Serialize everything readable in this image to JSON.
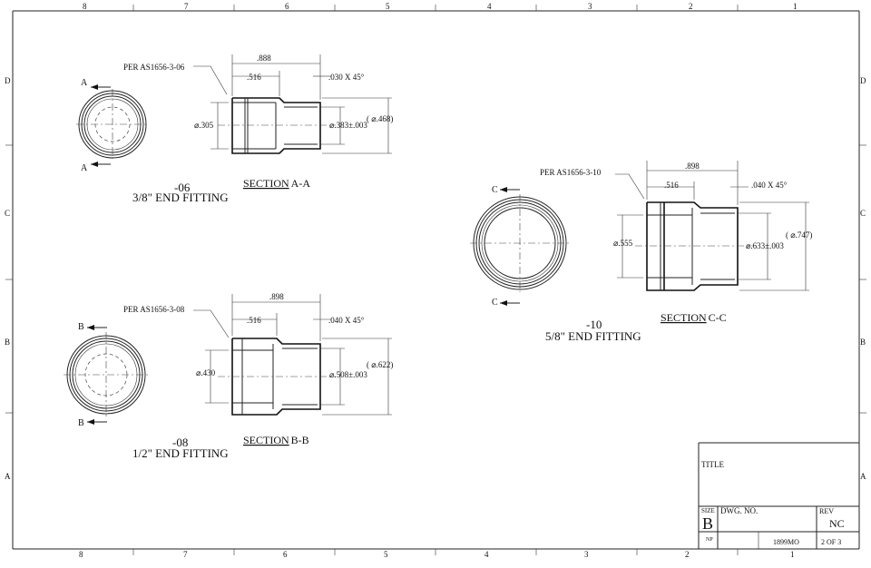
{
  "border": {
    "top_zones": [
      "8",
      "7",
      "6",
      "5",
      "4",
      "3",
      "2",
      "1"
    ],
    "bottom_zones": [
      "8",
      "7",
      "6",
      "5",
      "4",
      "3",
      "2",
      "1"
    ],
    "left_zones": [
      "D",
      "C",
      "B",
      "A"
    ],
    "right_zones": [
      "D",
      "C",
      "B",
      "A"
    ]
  },
  "views": {
    "v06": {
      "cut_label": "A",
      "dash_no": "-06",
      "name": "3/8\" END FITTING",
      "section_word": "SECTION",
      "section_id": "A-A",
      "per_note": "PER AS1656-3-06",
      "dim_overall": ".888",
      "dim_step": ".516",
      "dim_chamfer": ".030 X 45°",
      "dim_bore": "⌀.305",
      "dim_od": "⌀.383±.003",
      "dim_ref": "( ⌀.468)"
    },
    "v08": {
      "cut_label": "B",
      "dash_no": "-08",
      "name": "1/2\" END FITTING",
      "section_word": "SECTION",
      "section_id": "B-B",
      "per_note": "PER AS1656-3-08",
      "dim_overall": ".898",
      "dim_step": ".516",
      "dim_chamfer": ".040 X 45°",
      "dim_bore": "⌀.430",
      "dim_od": "⌀.508±.003",
      "dim_ref": "( ⌀.622)"
    },
    "v10": {
      "cut_label": "C",
      "dash_no": "-10",
      "name": "5/8\" END FITTING",
      "section_word": "SECTION",
      "section_id": "C-C",
      "per_note": "PER AS1656-3-10",
      "dim_overall": ".898",
      "dim_step": ".516",
      "dim_chamfer": ".040 X 45°",
      "dim_bore": "⌀.555",
      "dim_od": "⌀.633±.003",
      "dim_ref": "( ⌀.747)"
    }
  },
  "title_block": {
    "title_label": "TITLE",
    "size_label": "SIZE",
    "size_value": "B",
    "dwg_label": "DWG. NO.",
    "rev_label": "REV",
    "rev_value": "NC",
    "scale_label": "NP",
    "dwg_number": "1899MO",
    "sheet": "2 OF 3"
  }
}
